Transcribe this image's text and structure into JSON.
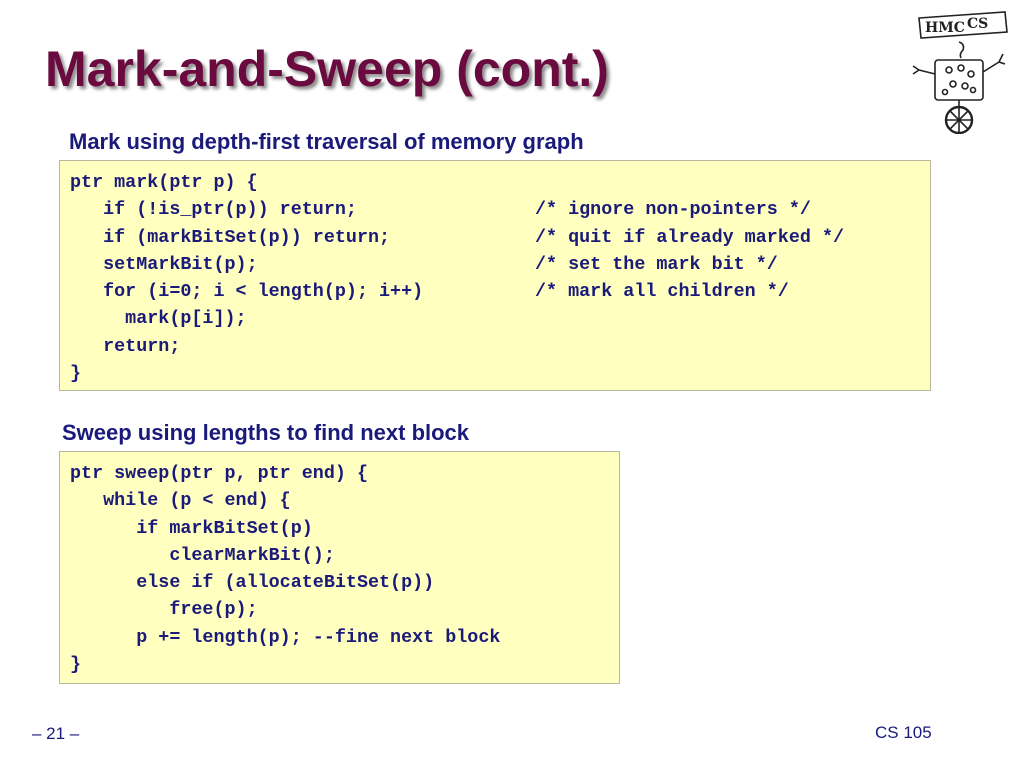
{
  "slide": {
    "title": "Mark-and-Sweep (cont.)",
    "logo_text": "HMC CS",
    "colors": {
      "title": "#6a0a3e",
      "text": "#1a1a7a",
      "code_bg": "#ffffc0"
    }
  },
  "mark": {
    "heading": "Mark using depth-first traversal of memory graph",
    "lines": [
      {
        "code": "ptr mark(ptr p) {",
        "comment": ""
      },
      {
        "code": "   if (!is_ptr(p)) return;",
        "comment": "/* ignore non-pointers */"
      },
      {
        "code": "   if (markBitSet(p)) return;",
        "comment": "/* quit if already marked */"
      },
      {
        "code": "   setMarkBit(p);",
        "comment": "/* set the mark bit */"
      },
      {
        "code": "   for (i=0; i < length(p); i++)",
        "comment": "/* mark all children */"
      },
      {
        "code": "     mark(p[i]);",
        "comment": ""
      },
      {
        "code": "   return;",
        "comment": ""
      },
      {
        "code": "}",
        "comment": ""
      }
    ]
  },
  "sweep": {
    "heading": "Sweep using lengths to find next block",
    "lines": [
      {
        "code": "ptr sweep(ptr p, ptr end) {"
      },
      {
        "code": "   while (p < end) {"
      },
      {
        "code": "      if markBitSet(p)"
      },
      {
        "code": "         clearMarkBit();"
      },
      {
        "code": "      else if (allocateBitSet(p))"
      },
      {
        "code": "         free(p);"
      },
      {
        "code": "      p += length(p); --fine next block"
      },
      {
        "code": "}"
      }
    ]
  },
  "footer": {
    "page": "– 21 –",
    "course": "CS 105"
  }
}
